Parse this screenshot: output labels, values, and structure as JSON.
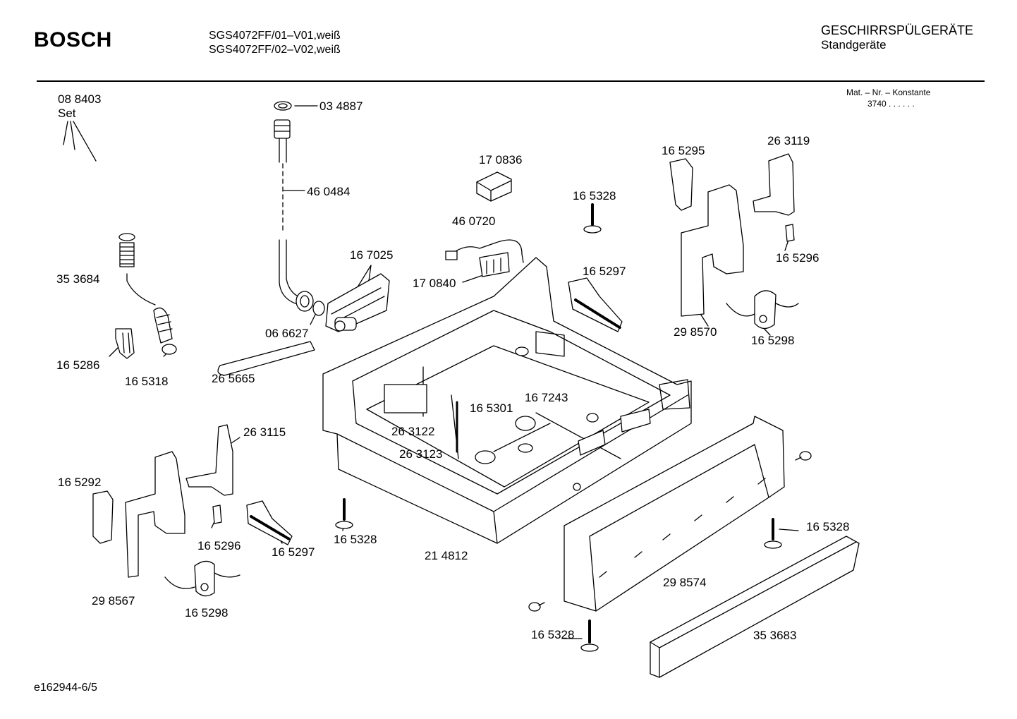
{
  "header": {
    "brand": "BOSCH",
    "models": [
      "SGS4072FF/01–V01,weiß",
      "SGS4072FF/02–V02,weiß"
    ],
    "category": "GESCHIRRSPÜLGERÄTE",
    "subcategory": "Standgeräte",
    "konstante_label": "Mat. – Nr. – Konstante",
    "konstante_value": "3740 . . . . . ."
  },
  "parts": [
    {
      "id": "p-088403",
      "label": "08 8403"
    },
    {
      "id": "p-set",
      "label": "Set"
    },
    {
      "id": "p-034887",
      "label": "03 4887"
    },
    {
      "id": "p-460484",
      "label": "46 0484"
    },
    {
      "id": "p-353684",
      "label": "35 3684"
    },
    {
      "id": "p-167025",
      "label": "16 7025"
    },
    {
      "id": "p-066627",
      "label": "06 6627"
    },
    {
      "id": "p-165286",
      "label": "16 5286"
    },
    {
      "id": "p-165318",
      "label": "16 5318"
    },
    {
      "id": "p-265665",
      "label": "26 5665"
    },
    {
      "id": "p-170836",
      "label": "17 0836"
    },
    {
      "id": "p-460720",
      "label": "46 0720"
    },
    {
      "id": "p-170840",
      "label": "17 0840"
    },
    {
      "id": "p-165328a",
      "label": "16 5328"
    },
    {
      "id": "p-165297a",
      "label": "16 5297"
    },
    {
      "id": "p-165295",
      "label": "16 5295"
    },
    {
      "id": "p-263119",
      "label": "26 3119"
    },
    {
      "id": "p-165296a",
      "label": "16 5296"
    },
    {
      "id": "p-298570",
      "label": "29 8570"
    },
    {
      "id": "p-165298a",
      "label": "16 5298"
    },
    {
      "id": "p-263115",
      "label": "26 3115"
    },
    {
      "id": "p-165292",
      "label": "16 5292"
    },
    {
      "id": "p-165296b",
      "label": "16 5296"
    },
    {
      "id": "p-165297b",
      "label": "16 5297"
    },
    {
      "id": "p-298567",
      "label": "29 8567"
    },
    {
      "id": "p-165298b",
      "label": "16 5298"
    },
    {
      "id": "p-263122",
      "label": "26 3122"
    },
    {
      "id": "p-165301",
      "label": "16 5301"
    },
    {
      "id": "p-167243",
      "label": "16 7243"
    },
    {
      "id": "p-263123",
      "label": "26 3123"
    },
    {
      "id": "p-165328b",
      "label": "16 5328"
    },
    {
      "id": "p-214812",
      "label": "21 4812"
    },
    {
      "id": "p-165328c",
      "label": "16 5328"
    },
    {
      "id": "p-298574",
      "label": "29 8574"
    },
    {
      "id": "p-165328d",
      "label": "16 5328"
    },
    {
      "id": "p-353683",
      "label": "35 3683"
    }
  ],
  "footer": {
    "drawing_id": "e162944-6/5"
  }
}
